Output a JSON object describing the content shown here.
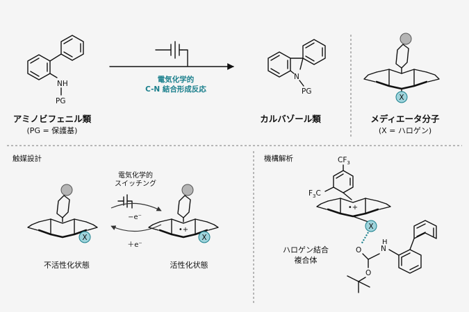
{
  "top": {
    "left_compound": "アミノビフェニル類",
    "left_compound_note": "(PG = 保護基)",
    "nh_label": "NH",
    "pg_label": "PG",
    "reaction_line1": "電気化学的",
    "reaction_line2": "C-N 結合形成反応",
    "product": "カルバゾール類",
    "product_n": "N",
    "product_pg": "PG",
    "mediator": "メディエータ分子",
    "mediator_note": "(X = ハロゲン)",
    "x_label": "X"
  },
  "bottom_left": {
    "section_title": "触媒設計",
    "arrow_label_line1": "電気化学的",
    "arrow_label_line2": "スイッチング",
    "minus_e": "−e⁻",
    "plus_e": "＋e⁻",
    "inactive_state": "不活性化状態",
    "active_state": "活性化状態",
    "radical_cation": "•+",
    "x_label": "X"
  },
  "bottom_right": {
    "section_title": "機構解析",
    "cf3_top": "CF",
    "cf3_top_sub": "3",
    "cf3_left": "F",
    "cf3_left_sub": "3",
    "cf3_left_c": "C",
    "radical_cation": "•+",
    "x_label": "X",
    "complex_line1": "ハロゲン結合",
    "complex_line2": "複合体",
    "o_label": "O",
    "o2_label": "O",
    "n_label": "N",
    "h_label": "H"
  },
  "colors": {
    "teal": "#1a7f8c",
    "x_circle": "#9fd4dc",
    "gray_circle": "#b5b5b5",
    "background": "#f5f5f5"
  }
}
